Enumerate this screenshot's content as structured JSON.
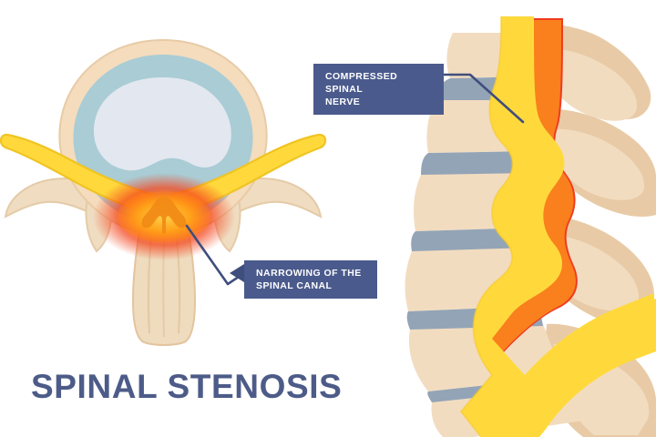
{
  "figure": {
    "title": "SPINAL STENOSIS",
    "background_color": "#ffffff",
    "title_color": "#4d5b88"
  },
  "callouts": [
    {
      "id": "compressed-spinal-nerve",
      "text": "Compressed spinal\nnerve",
      "box_color": "#4a5a8c",
      "text_color": "#ffffff",
      "pointer_color": "#3f4e7d"
    },
    {
      "id": "narrowing-of-the-spinal-canal",
      "text": "Narrowing of the\nspinal canal",
      "box_color": "#4a5a8c",
      "text_color": "#ffffff",
      "pointer_color": "#3f4e7d"
    }
  ],
  "palette": {
    "bone_light": "#f2dcc0",
    "bone_mid": "#e8cba6",
    "bone_dark": "#dcb98e",
    "bone_outline": "#e3c49e",
    "disc_teal": "#a8cbd4",
    "nucleus": "#dfe4ef",
    "disc_blue_gray": "#93a4b6",
    "nerve_yellow": "#ffd93b",
    "nerve_yellow_edge": "#f2c21f",
    "inflammation_red": "#ef3b21",
    "inflammation_orange": "#f97a1f",
    "inflammation_core": "#ffb020"
  },
  "views": {
    "left": {
      "name": "axial-cross-section",
      "parts": [
        "vertebral-body",
        "intervertebral-disc",
        "nucleus-pulposus",
        "spinal-canal-narrowing",
        "nerve-roots",
        "transverse-processes",
        "spinous-process"
      ]
    },
    "right": {
      "name": "lateral-sagittal-section",
      "parts": [
        "vertebral-bodies",
        "intervertebral-discs",
        "spinal-cord",
        "compressed-nerve-region",
        "posterior-elements"
      ]
    }
  }
}
